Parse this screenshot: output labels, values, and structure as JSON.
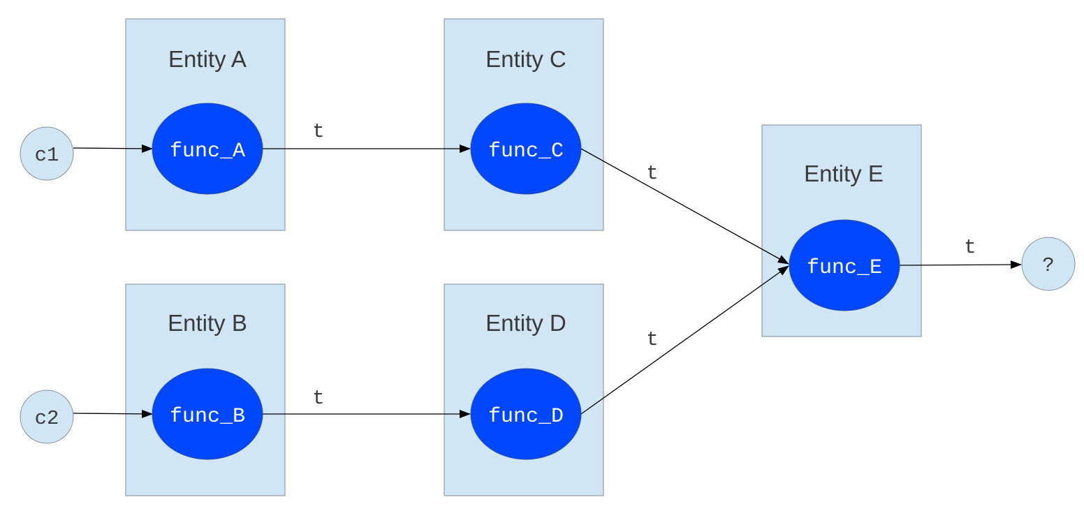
{
  "entities": {
    "a": {
      "title": "Entity A",
      "func": "func_A"
    },
    "b": {
      "title": "Entity B",
      "func": "func_B"
    },
    "c": {
      "title": "Entity C",
      "func": "func_C"
    },
    "d": {
      "title": "Entity D",
      "func": "func_D"
    },
    "e": {
      "title": "Entity E",
      "func": "func_E"
    }
  },
  "inputs": {
    "c1": "c1",
    "c2": "c2"
  },
  "output": "?",
  "edges": {
    "a_to_c": "t",
    "b_to_d": "t",
    "c_to_e": "t",
    "d_to_e": "t",
    "e_to_out": "t"
  },
  "colors": {
    "entity_fill": "#d0e6f4",
    "func_fill": "#0047ff"
  }
}
